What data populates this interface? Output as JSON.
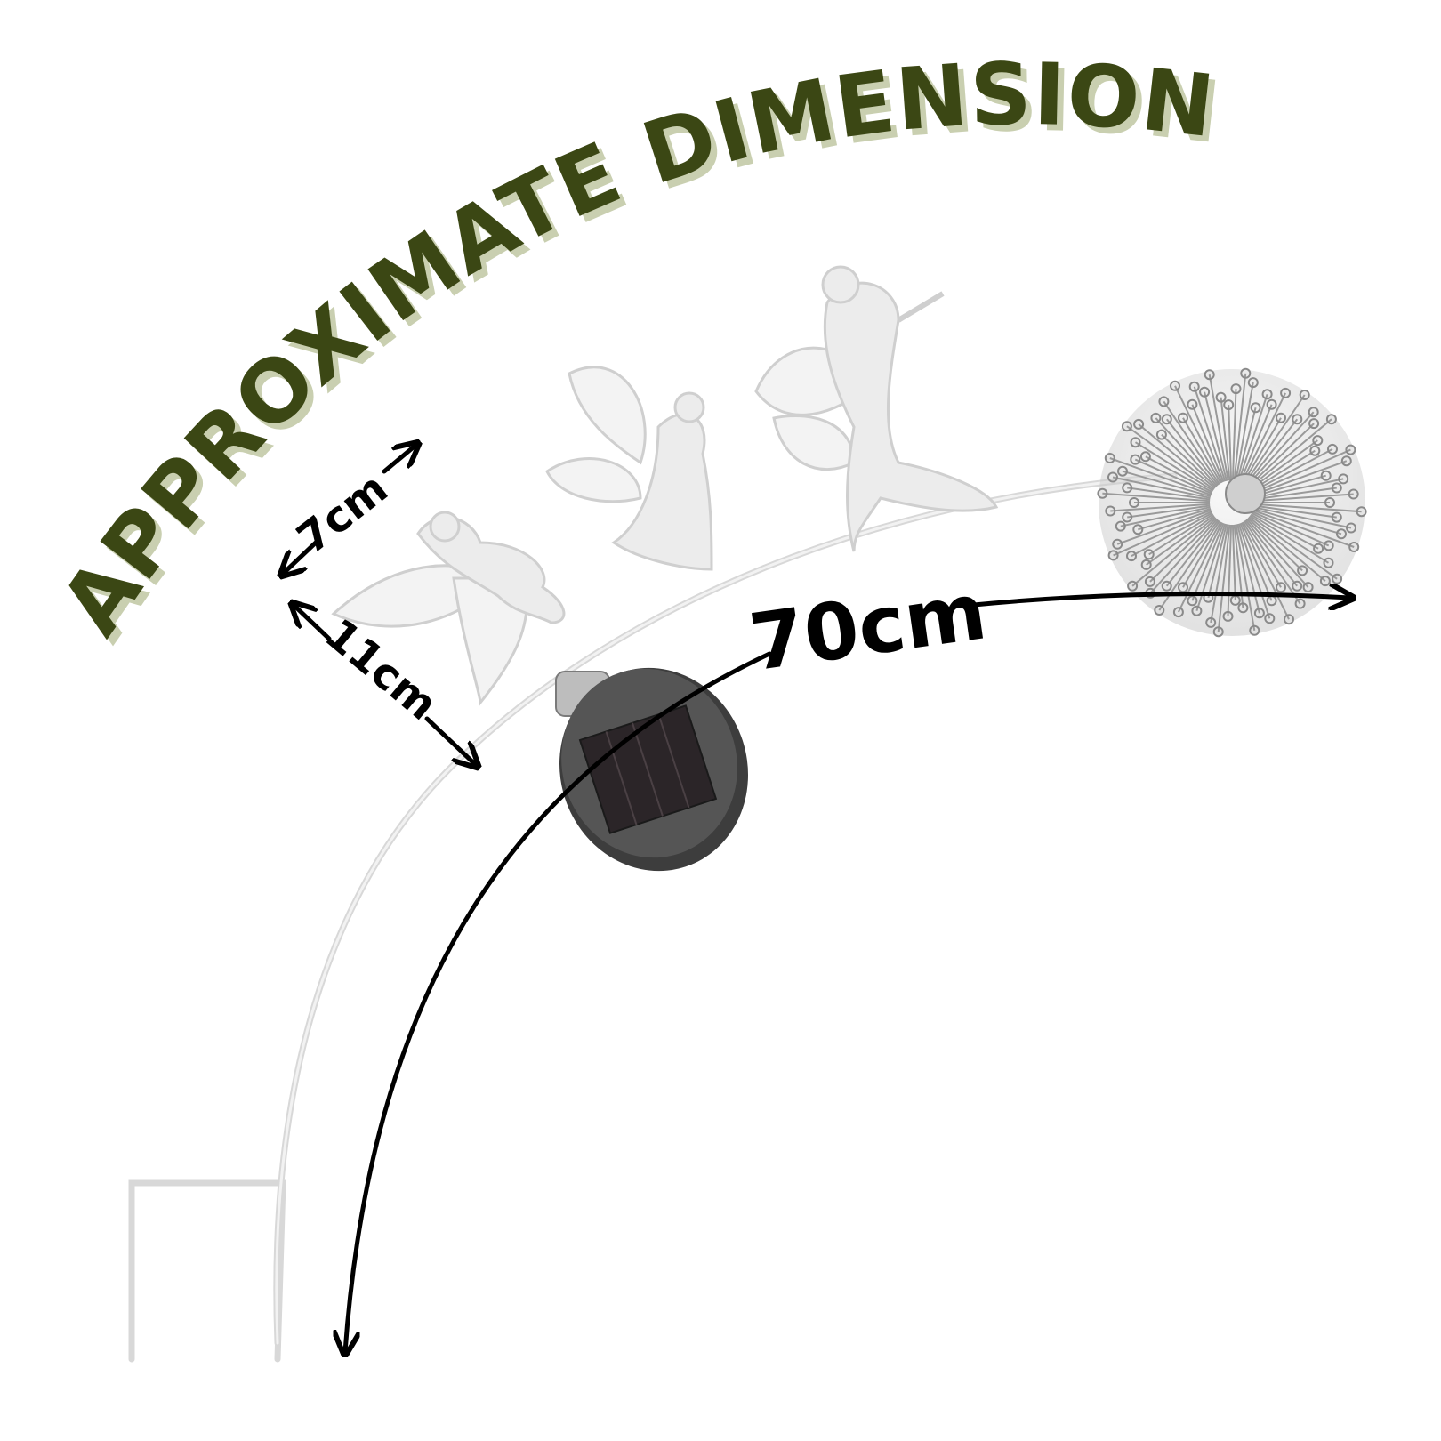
{
  "title": "APPROXIMATE DIMENSIONS",
  "measurements": {
    "figure_width": "7cm",
    "figure_height": "11cm",
    "stake_length": "70cm"
  },
  "colors": {
    "title": "#3b4714",
    "title_shadow": "#c9cfb0",
    "arrow": "#000000",
    "metal": "#dcdcdc",
    "solar_body": "#3a3a3a",
    "solar_panel": "#2a2528"
  }
}
